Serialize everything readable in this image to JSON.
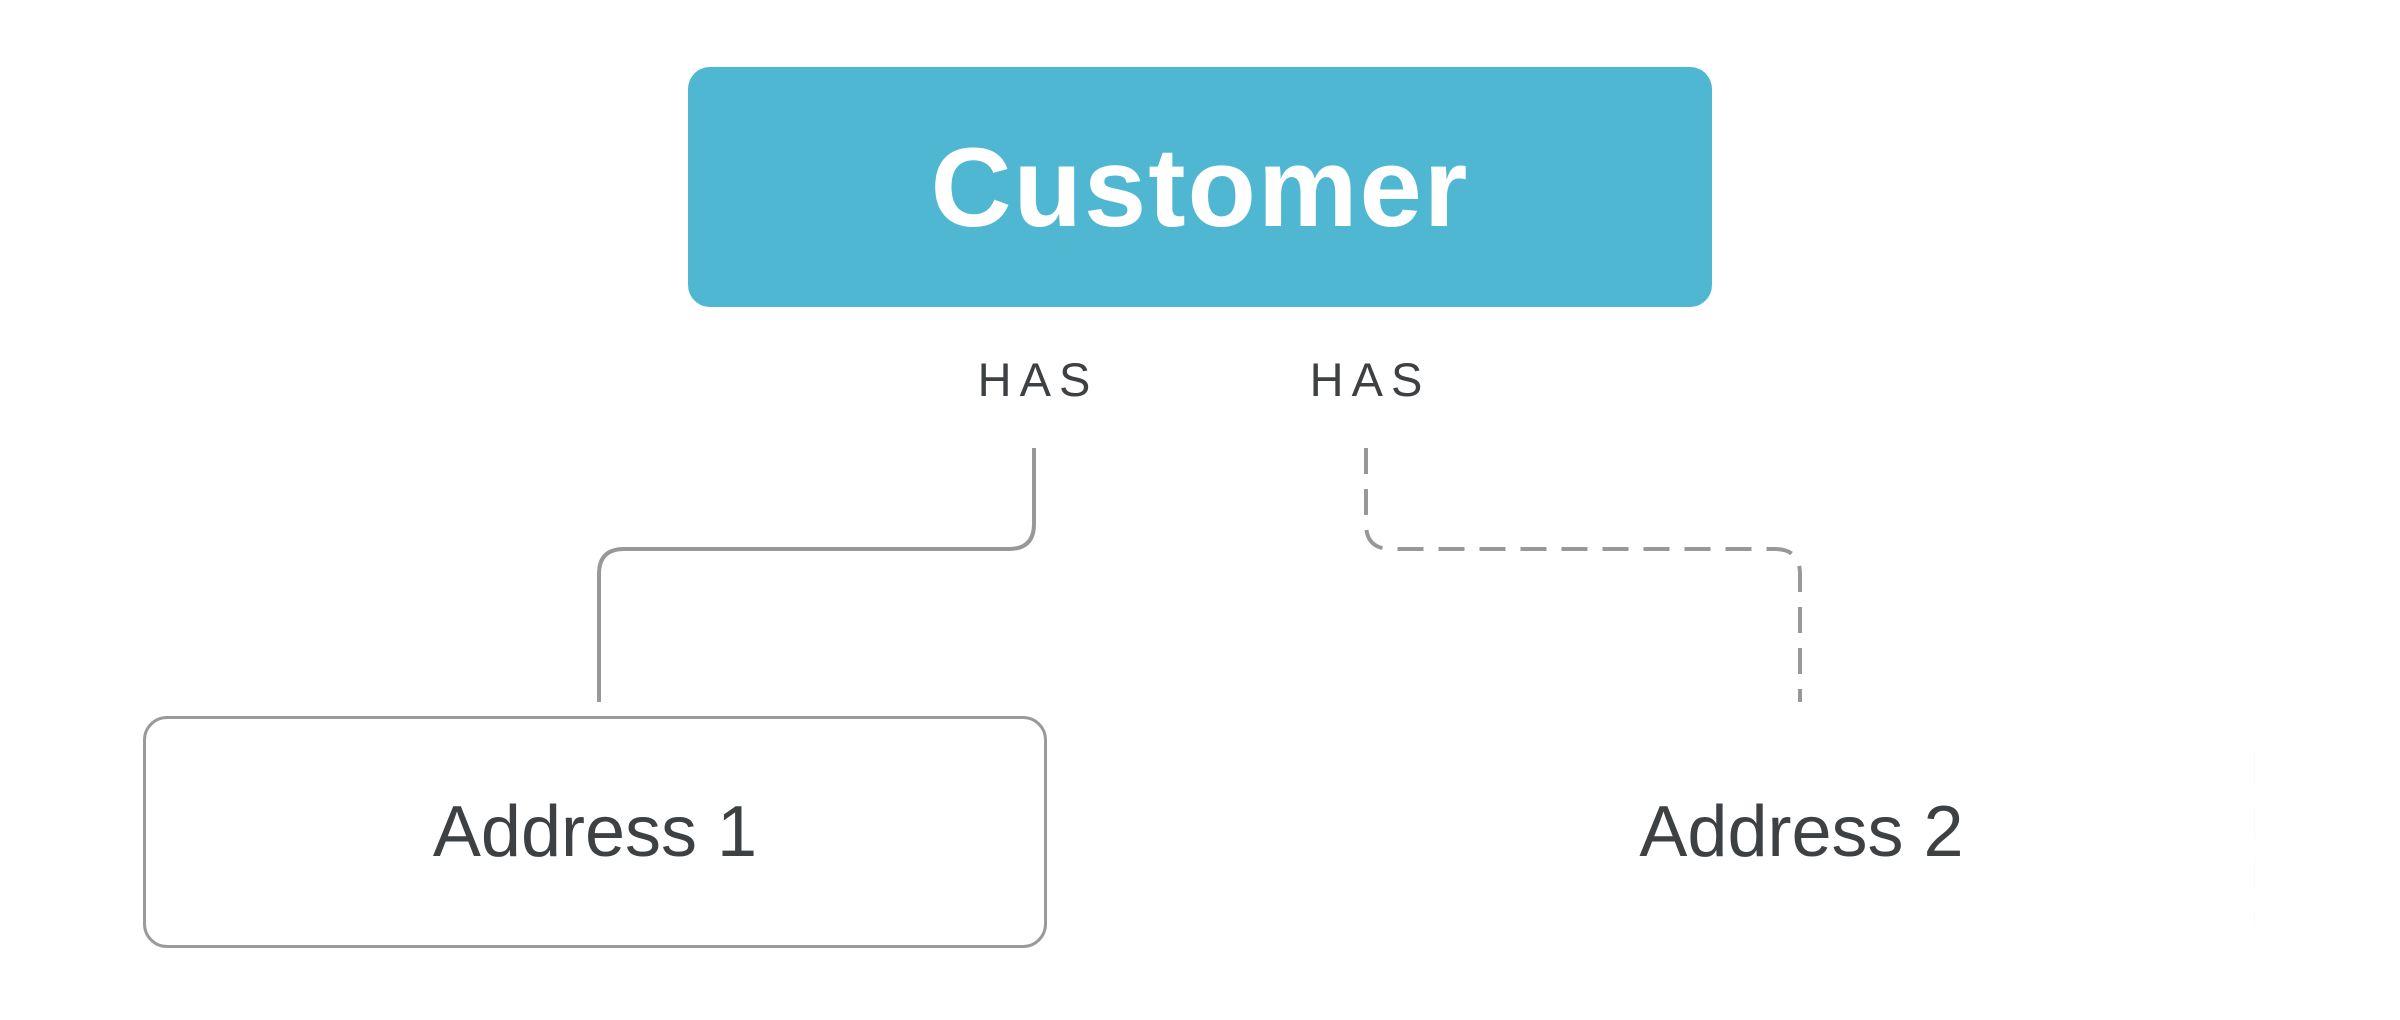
{
  "diagram": {
    "customer": {
      "label": "Customer"
    },
    "relationships": [
      {
        "label": "HAS",
        "target": "Address 1",
        "line_style": "solid"
      },
      {
        "label": "HAS",
        "target": "Address 2",
        "line_style": "dashed"
      }
    ],
    "addresses": [
      {
        "label": "Address 1",
        "border_style": "solid"
      },
      {
        "label": "Address 2",
        "border_style": "dashed"
      }
    ],
    "colors": {
      "customer_fill": "#50B7D3",
      "customer_text": "#FFFFFF",
      "connector_line": "#989898",
      "box_border": "#9A9A9A",
      "label_text": "#3E4144",
      "background": "#FFFFFF"
    }
  }
}
